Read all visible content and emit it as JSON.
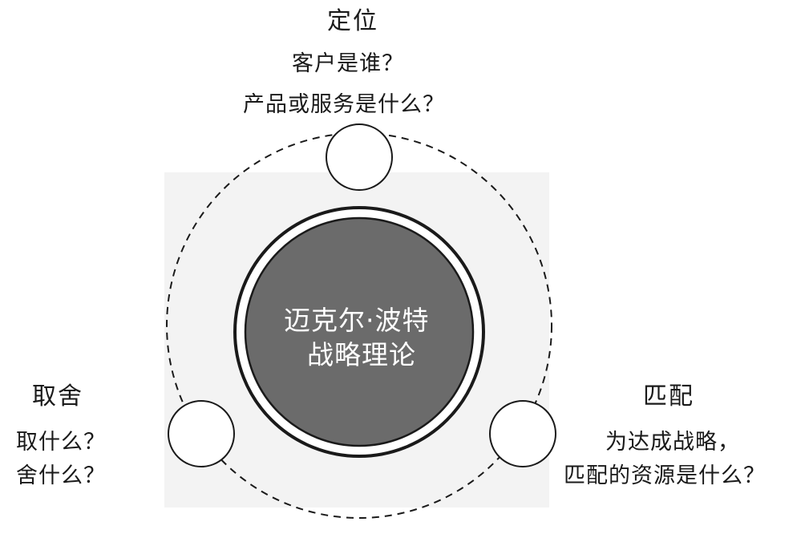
{
  "center": {
    "line1": "迈克尔·波特",
    "line2": "战略理论"
  },
  "top": {
    "title": "定位",
    "line1": "客户是谁？",
    "line2": "产品或服务是什么？"
  },
  "left": {
    "title": "取舍",
    "line1": "取什么？",
    "line2": "舍什么？"
  },
  "right": {
    "title": "匹配",
    "line1": "为达成战略，",
    "line2": "匹配的资源是什么？"
  },
  "colors": {
    "center_fill": "#6b6b6b",
    "stroke": "#1a1a1a",
    "background_panel": "#f3f3f3"
  }
}
